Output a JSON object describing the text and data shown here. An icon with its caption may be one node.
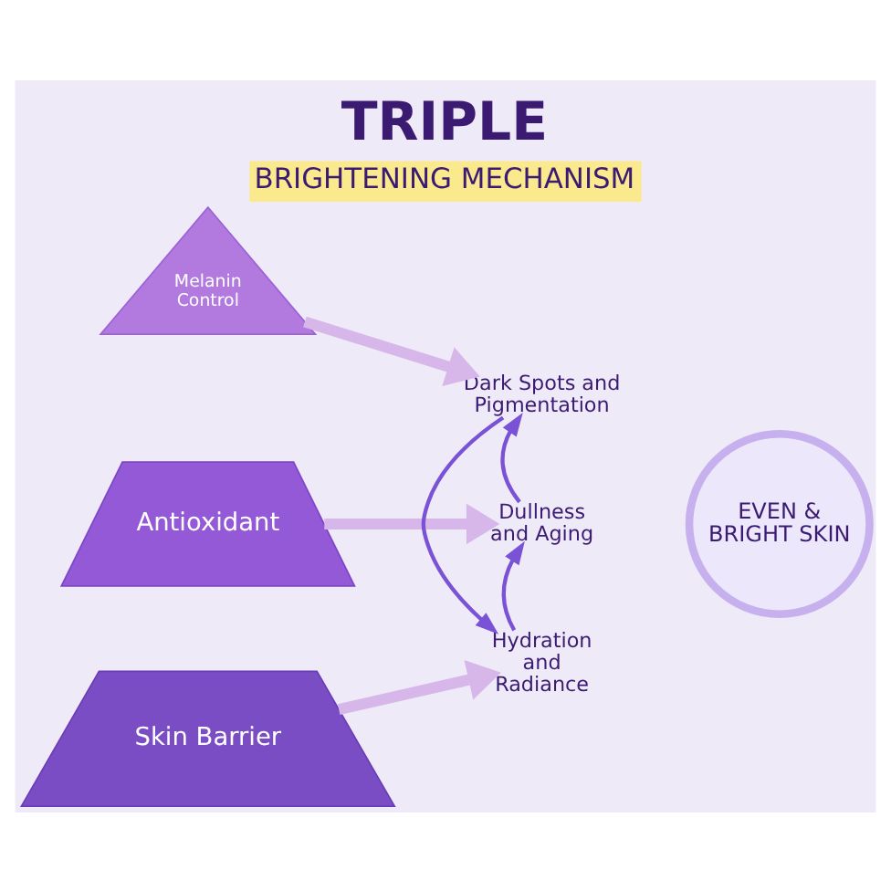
{
  "diagram": {
    "title": "TRIPLE BRIGHTENING MECHANISM",
    "nodes": [
      {
        "text": [
          "Melanin Control"
        ]
      },
      {
        "text": [
          "Antioxidant"
        ]
      },
      {
        "text": [
          "Skin Barrier"
        ]
      },
      {
        "text": [
          "Dark Spots and Pigmentation"
        ]
      },
      {
        "text": [
          "Dullness and Aging"
        ]
      },
      {
        "text": [
          "EVEN & BRIGHT SKIN"
        ]
      },
      {
        "text": [
          "Hydration and Radiance"
        ]
      }
    ],
    "edges": [
      {
        "from": 0,
        "to": 3,
        "arrow": "to",
        "style": "thick",
        "color": "#d7b6ea"
      },
      {
        "from": 1,
        "to": 4,
        "arrow": "to",
        "style": "thick",
        "color": "#d7b6ea"
      },
      {
        "from": 2,
        "to": 6,
        "arrow": "to",
        "style": "thick",
        "color": "#d7b6ea"
      },
      {
        "from": 4,
        "to": 3,
        "arrow": "to",
        "color": "#7a52d6"
      },
      {
        "from": 3,
        "to": 6,
        "arrow": "to",
        "color": "#7a52d6"
      },
      {
        "from": 6,
        "to": 4,
        "arrow": "to",
        "color": "#7a52d6"
      }
    ]
  }
}
